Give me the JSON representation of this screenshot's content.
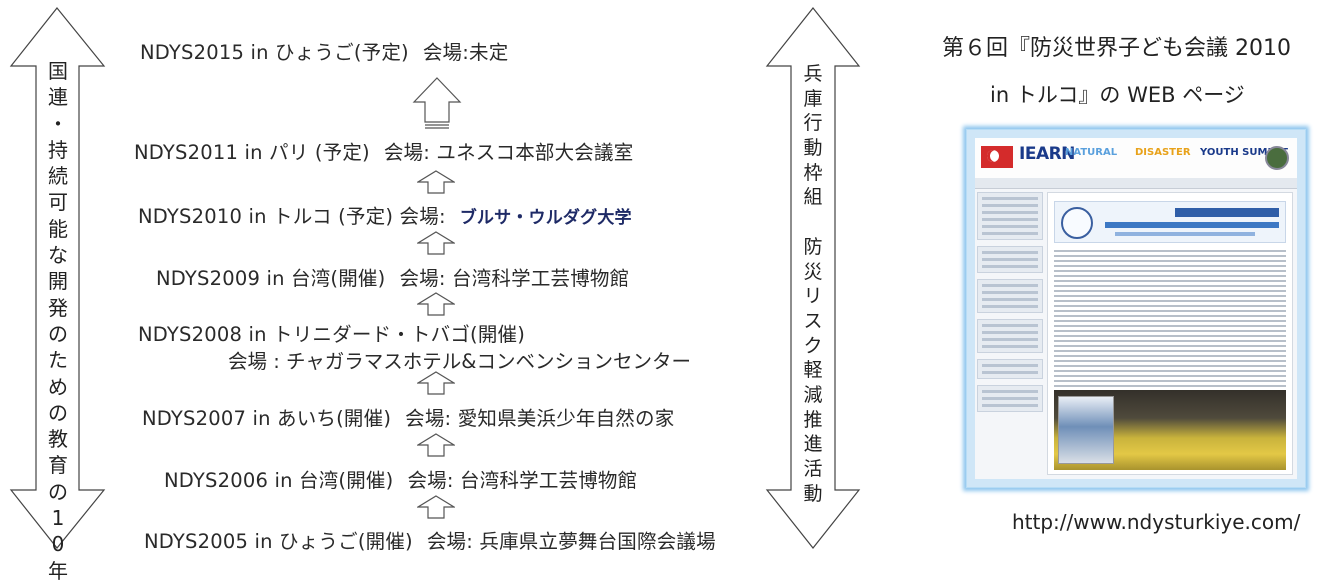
{
  "left_arrow": {
    "chars": [
      "国",
      "連",
      "・",
      "持",
      "続",
      "可",
      "能",
      "な",
      "開",
      "発",
      "の",
      "た",
      "め",
      "の",
      "教",
      "育",
      "の",
      "1",
      "0",
      "年"
    ]
  },
  "right_arrow": {
    "chars": [
      "兵",
      "庫",
      "行",
      "動",
      "枠",
      "組",
      "",
      "防",
      "災",
      "リ",
      "ス",
      "ク",
      "軽",
      "減",
      "推",
      "進",
      "活",
      "動"
    ]
  },
  "timeline": {
    "entries": [
      {
        "event": "NDYS2015 in ひょうご(予定)",
        "venue": "会場:未定"
      },
      {
        "event": "NDYS2011 in パリ (予定)",
        "venue": "会場: ユネスコ本部大会議室"
      },
      {
        "event": "NDYS2010 in トルコ (予定) 会場:",
        "venue": "ブルサ・ウルダグ大学"
      },
      {
        "event": "NDYS2009 in 台湾(開催)",
        "venue": "会場: 台湾科学工芸博物館"
      },
      {
        "event": "NDYS2008 in トリニダード・トバゴ(開催)",
        "venue": "会場 : チャガラマスホテル&コンベンションセンター"
      },
      {
        "event": "NDYS2007 in あいち(開催)",
        "venue": "会場: 愛知県美浜少年自然の家"
      },
      {
        "event": "NDYS2006 in 台湾(開催)",
        "venue": "会場: 台湾科学工芸博物館"
      },
      {
        "event": "NDYS2005 in ひょうご(開催)",
        "venue": "会場: 兵庫県立夢舞台国際会議場"
      }
    ]
  },
  "right_panel": {
    "caption_line1": "第６回『防災世界子ども会議 2010",
    "caption_line2": "in トルコ』の WEB ページ",
    "website": {
      "brand": "IEARN",
      "sub1": "NATURAL",
      "sub2": "DISASTER",
      "sub3": "YOUTH SUMMIT"
    },
    "url": "http://www.ndysturkiye.com/"
  },
  "colors": {
    "accent_bold": "#1e2a66",
    "screenshot_glow": "#8fc6ee",
    "arrow_stroke": "#444444"
  }
}
